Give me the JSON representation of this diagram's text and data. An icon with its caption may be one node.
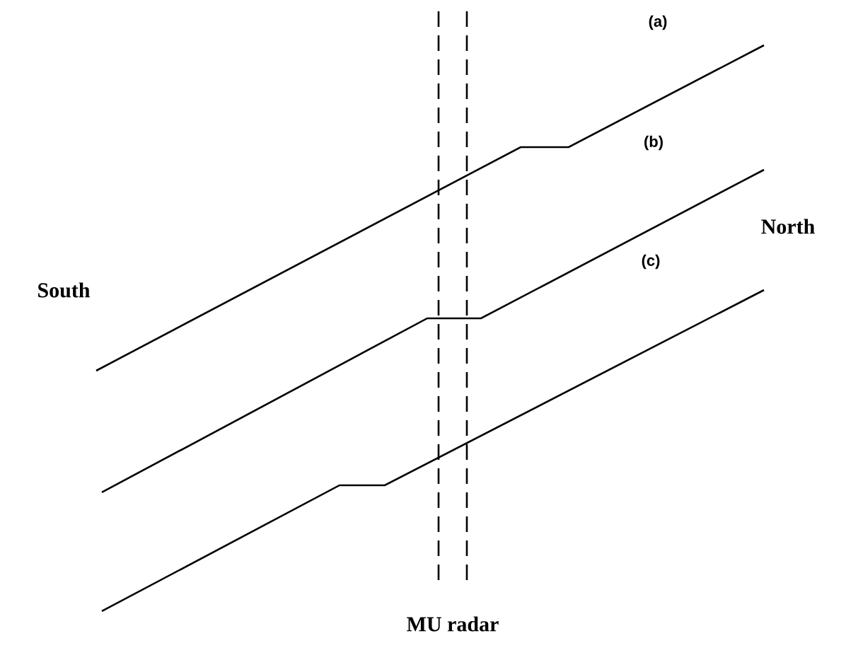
{
  "diagram": {
    "labels": [
      "(a)",
      "(b)",
      "South",
      "North",
      "(c)",
      "MU radar"
    ]
  }
}
